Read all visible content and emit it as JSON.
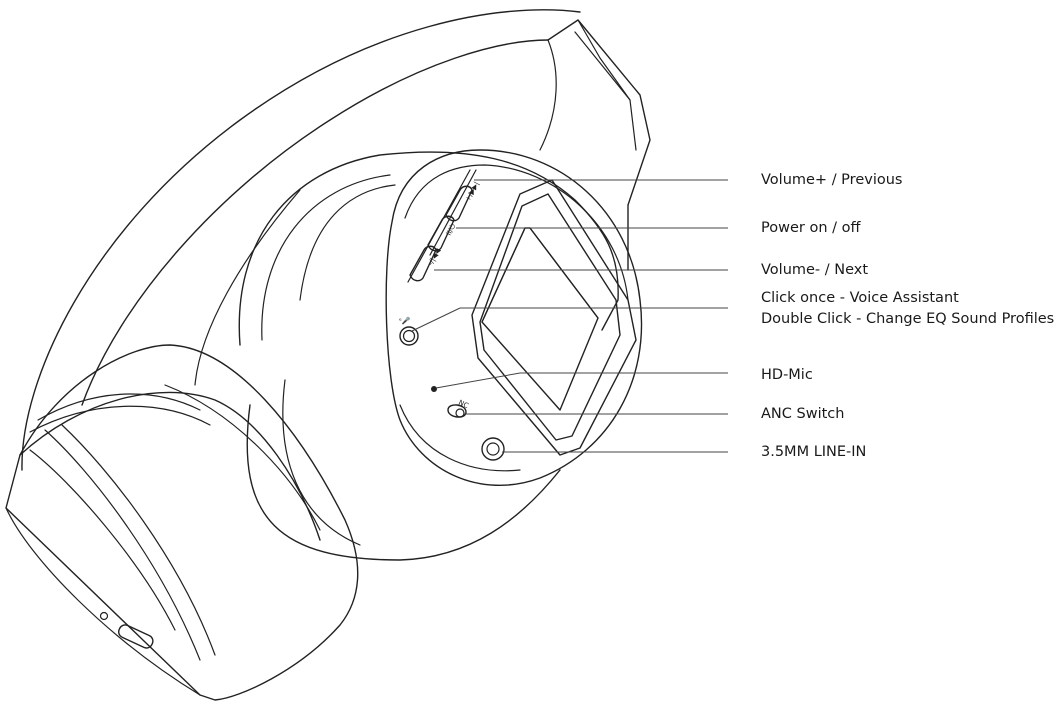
{
  "callouts": {
    "volume_up": "Volume+ / Previous",
    "power": "Power on / off",
    "volume_down": "Volume- / Next",
    "mfb_line1": "Click once - Voice Assistant",
    "mfb_line2": "Double Click - Change EQ Sound Profiles",
    "mic": "HD-Mic",
    "anc": "ANC Switch",
    "line_in": "3.5MM LINE-IN"
  },
  "device_marks": {
    "nc": "NC"
  }
}
